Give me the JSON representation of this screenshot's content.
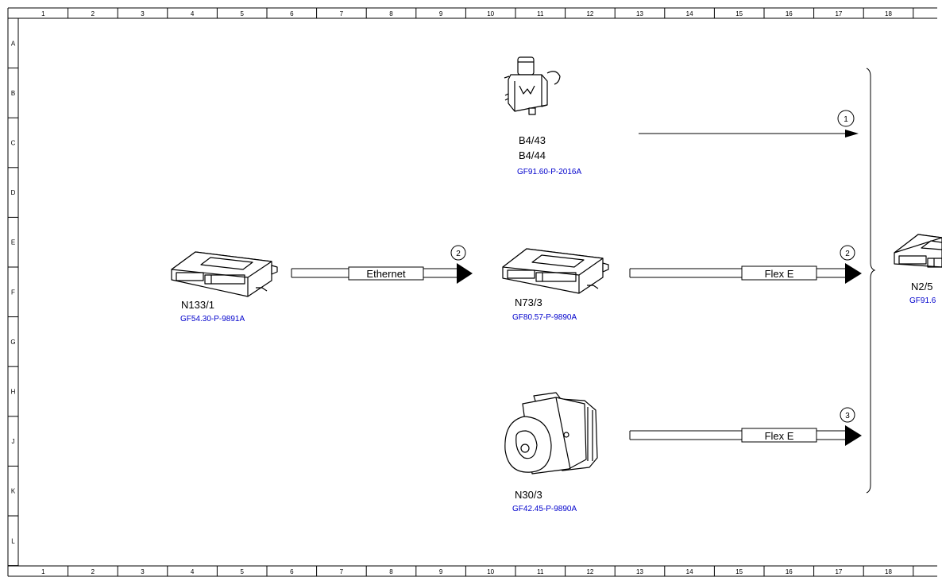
{
  "grid": {
    "columns": [
      "1",
      "2",
      "3",
      "4",
      "5",
      "6",
      "7",
      "8",
      "9",
      "10",
      "11",
      "12",
      "13",
      "14",
      "15",
      "16",
      "17",
      "18"
    ],
    "rows": [
      "A",
      "B",
      "C",
      "D",
      "E",
      "F",
      "G",
      "H",
      "J",
      "K",
      "L"
    ]
  },
  "components": {
    "n133_1": {
      "label": "N133/1",
      "ref": "GF54.30-P-9891A"
    },
    "b4_43_44": {
      "label1": "B4/43",
      "label2": "B4/44",
      "ref": "GF91.60-P-2016A"
    },
    "n73_3": {
      "label": "N73/3",
      "ref": "GF80.57-P-9890A"
    },
    "n30_3": {
      "label": "N30/3",
      "ref": "GF42.45-P-9890A"
    },
    "n2_5": {
      "label": "N2/5",
      "ref": "GF91.6"
    }
  },
  "connections": {
    "ethernet": {
      "label": "Ethernet",
      "marker": "2"
    },
    "n73_flex": {
      "label": "Flex E",
      "marker": "2"
    },
    "n30_flex": {
      "label": "Flex E",
      "marker": "3"
    },
    "b4_signal": {
      "marker": "1"
    }
  },
  "colors": {
    "ref_link": "#0000cc",
    "line": "#000000"
  }
}
